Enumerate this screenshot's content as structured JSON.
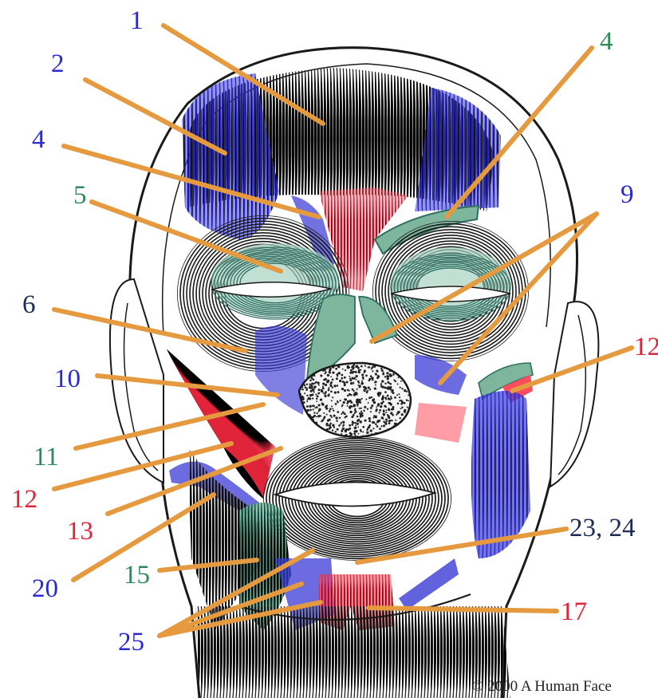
{
  "colors": {
    "leader": "#e59a3f",
    "label_blue": "#2a2ad0",
    "label_green": "#2e8a5a",
    "label_red": "#e0243a",
    "label_navy": "#1c2a55",
    "muscle_blue": "#2a2acc",
    "muscle_red": "#e0243a",
    "muscle_green": "#2e6f62",
    "muscle_dark": "#1a1a1a"
  },
  "labels": {
    "l1": "1",
    "l2": "2",
    "l4_left": "4",
    "l4_right": "4",
    "l5": "5",
    "l6": "6",
    "l9": "9",
    "l10": "10",
    "l11": "11",
    "l12_left": "12",
    "l12_right": "12",
    "l13": "13",
    "l15": "15",
    "l17": "17",
    "l20": "20",
    "l23_24": "23, 24",
    "l25": "25"
  },
  "copyright": "© 2000 A Human Face"
}
